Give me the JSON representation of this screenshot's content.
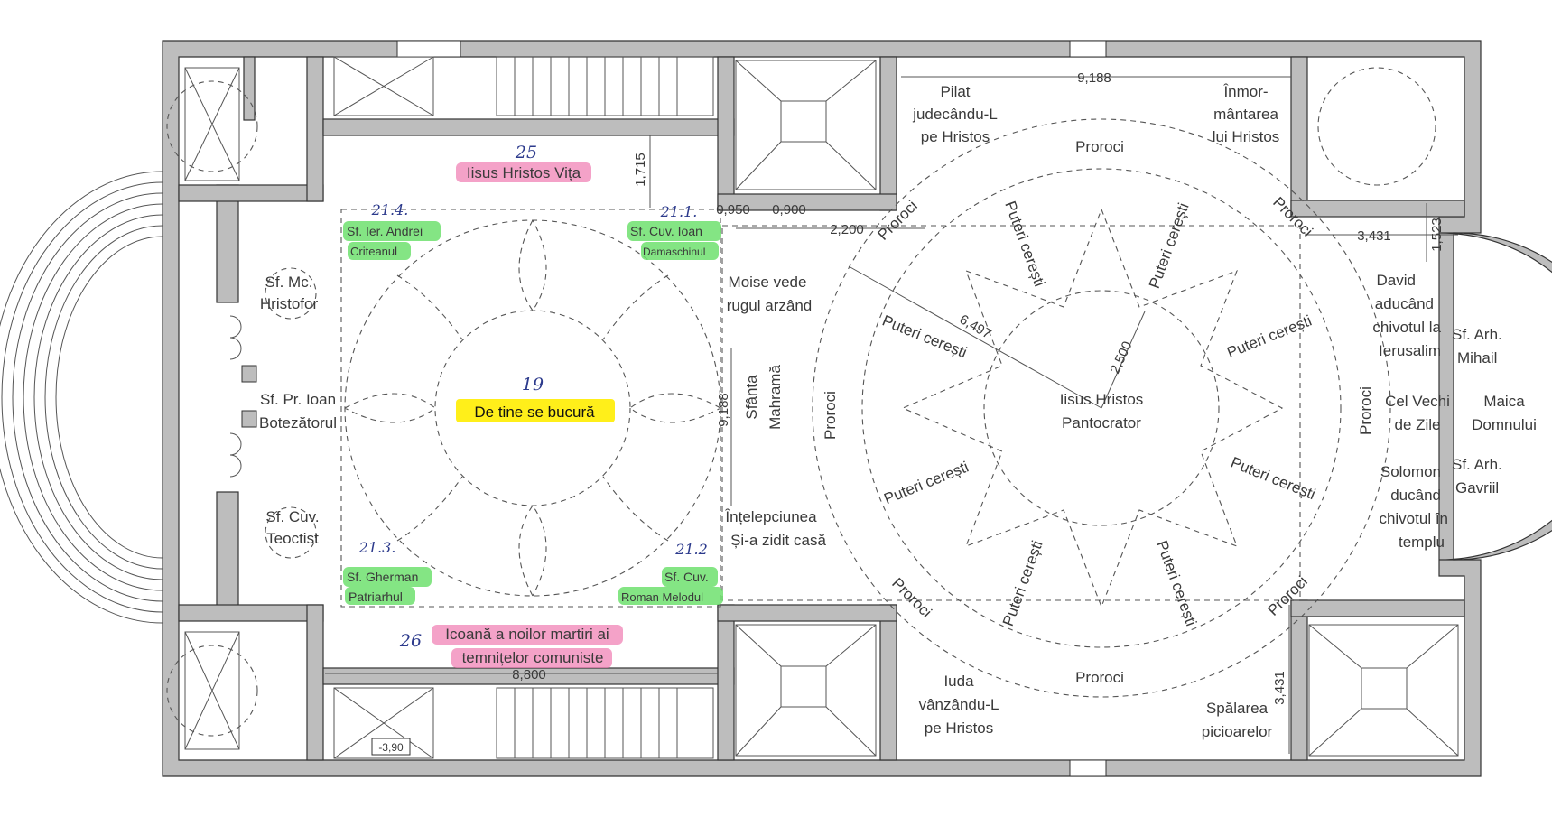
{
  "labels": {
    "iisus_vita": "Iisus Hristos Vița",
    "de_tine": "De tine se bucură",
    "andrei_1": "Sf. Ier. Andrei",
    "andrei_2": "Criteanul",
    "ioan_dam_1": "Sf. Cuv. Ioan",
    "ioan_dam_2": "Damaschinul",
    "gherman_1": "Sf. Gherman",
    "gherman_2": "Patriarhul",
    "roman_1": "Sf. Cuv.",
    "roman_2": "Roman Melodul",
    "icoana_1": "Icoană a noilor martiri ai",
    "icoana_2": "temnițelor comuniste",
    "hristofor_1": "Sf. Mc.",
    "hristofor_2": "Hristofor",
    "botezator_1": "Sf. Pr. Ioan",
    "botezator_2": "Botezătorul",
    "teoctist_1": "Sf. Cuv.",
    "teoctist_2": "Teoctist",
    "moise_1": "Moise vede",
    "moise_2": "rugul arzând",
    "sfanta": "Sfânta",
    "mahrama": "Mahramă",
    "intelepciunea_1": "Înțelepciunea",
    "intelepciunea_2": "Și-a zidit casă",
    "pilat_1": "Pilat",
    "pilat_2": "judecându-L",
    "pilat_3": "pe Hristos",
    "inmor_1": "Înmor-",
    "inmor_2": "mântarea",
    "inmor_3": "lui Hristos",
    "iuda_1": "Iuda",
    "iuda_2": "vânzându-L",
    "iuda_3": "pe Hristos",
    "spalarea_1": "Spălarea",
    "spalarea_2": "picioarelor",
    "proroci": "Proroci",
    "puteri": "Puteri cerești",
    "pantocrator_1": "Iisus Hristos",
    "pantocrator_2": "Pantocrator",
    "david_1": "David",
    "david_2": "aducând",
    "david_3": "chivotul la",
    "david_4": "Ierusalim",
    "mihail_1": "Sf. Arh.",
    "mihail_2": "Mihail",
    "cel_vechi_1": "Cel Vechi",
    "cel_vechi_2": "de Zile",
    "maica_1": "Maica",
    "maica_2": "Domnului",
    "solomon_1": "Solomon",
    "solomon_2": "ducând",
    "solomon_3": "chivotul în",
    "solomon_4": "templu",
    "gavriil_1": "Sf. Arh.",
    "gavriil_2": "Gavriil"
  },
  "handwritten": {
    "n25": "25",
    "n19": "19",
    "n26": "26",
    "n214": "21.4.",
    "n211": "21.1.",
    "n213": "21.3.",
    "n212": "21.2"
  },
  "dimensions": {
    "d9188_top": "9,188",
    "d1715": "1,715",
    "d0950": "0,950",
    "d0900": "0,900",
    "d2200": "2,200",
    "d3431_top": "3,431",
    "d1523": "1,523",
    "d6497": "6,497",
    "d2500": "2,500",
    "d9188_mid": "9,188",
    "d8800": "8,800",
    "d3431_bottom": "3,431",
    "level": "-3,90"
  },
  "colors": {
    "wall": "#bdbdbd",
    "highlight_green": "#6ee06e",
    "highlight_yellow": "#ffef1a",
    "highlight_pink": "#f07ab0",
    "handwriting": "#2c3a8c"
  }
}
